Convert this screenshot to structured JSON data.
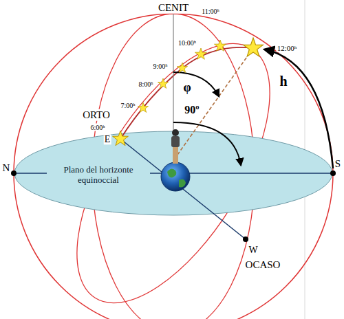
{
  "diagram": {
    "nodes": [
      {
        "text": [
          "Plano del horizonte equinoccial"
        ]
      }
    ],
    "labels": [
      "CENIT",
      "11:00ʰ",
      "10:00ʰ",
      "9:00ʰ",
      "12:00ʰ",
      "8:00ʰ",
      "ORTO",
      "7:00ʰ",
      "6:00ʰ",
      "E",
      "φ",
      "90º",
      "h",
      "N",
      "S",
      "W",
      "OCASO"
    ]
  }
}
